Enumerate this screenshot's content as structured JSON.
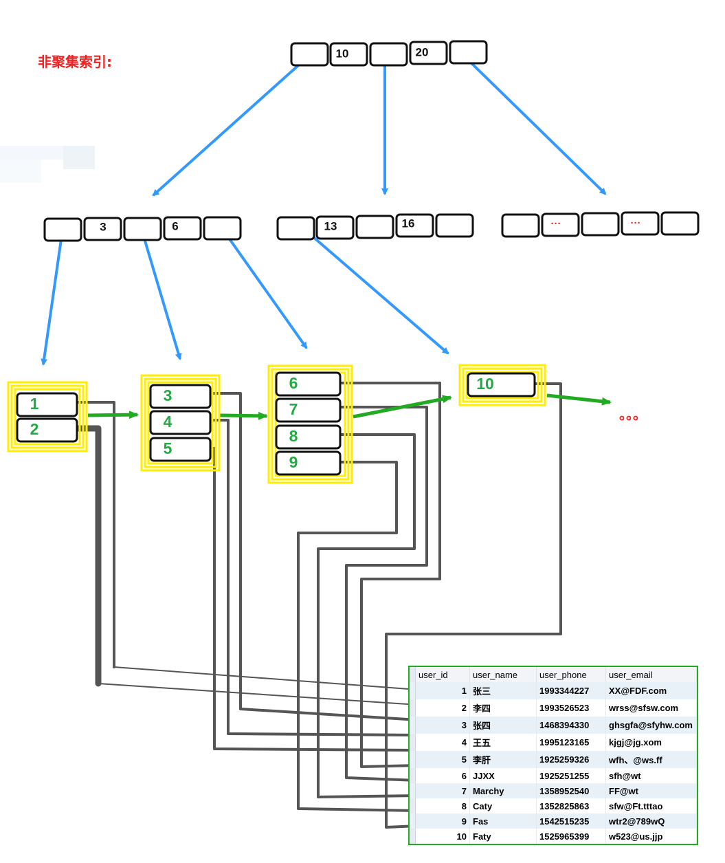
{
  "title": "非聚集索引:",
  "root_node": {
    "keys": [
      "10",
      "20"
    ]
  },
  "level2_nodes": [
    {
      "keys": [
        "3",
        "6"
      ]
    },
    {
      "keys": [
        "13",
        "16"
      ]
    },
    {
      "keys": [
        "···",
        "···"
      ]
    }
  ],
  "leaf_nodes": [
    {
      "keys": [
        "1",
        "2"
      ]
    },
    {
      "keys": [
        "3",
        "4",
        "5"
      ]
    },
    {
      "keys": [
        "6",
        "7",
        "8",
        "9"
      ]
    },
    {
      "keys": [
        "10"
      ]
    }
  ],
  "ellipsis": "。。。",
  "colors": {
    "title": "#ee2222",
    "pointer_arrow": "#3399ff",
    "leaf_link_arrow": "#22aa22",
    "leaf_highlight": "#ffee00",
    "leaf_key": "#22aa44",
    "row_pointer": "#555555",
    "table_border": "#22aa22"
  },
  "table": {
    "columns": [
      "user_id",
      "user_name",
      "user_phone",
      "user_email"
    ],
    "rows": [
      [
        "1",
        "张三",
        "1993344227",
        "XX@FDF.com"
      ],
      [
        "2",
        "李四",
        "1993526523",
        "wrss@sfsw.com"
      ],
      [
        "3",
        "张四",
        "1468394330",
        "ghsgfa@sfyhw.com"
      ],
      [
        "4",
        "王五",
        "1995123165",
        "kjgj@jg.xom"
      ],
      [
        "5",
        "李肝",
        "1925259326",
        "wfh、@ws.ff"
      ],
      [
        "6",
        "JJXX",
        "1925251255",
        "sfh@wt"
      ],
      [
        "7",
        "Marchy",
        "1358952540",
        "FF@wt"
      ],
      [
        "8",
        "Caty",
        "1352825863",
        "sfw@Ft.tttao"
      ],
      [
        "9",
        "Fas",
        "1542515235",
        "wtr2@789wQ"
      ],
      [
        "10",
        "Faty",
        "1525965399",
        "w523@us.jjp"
      ]
    ]
  }
}
